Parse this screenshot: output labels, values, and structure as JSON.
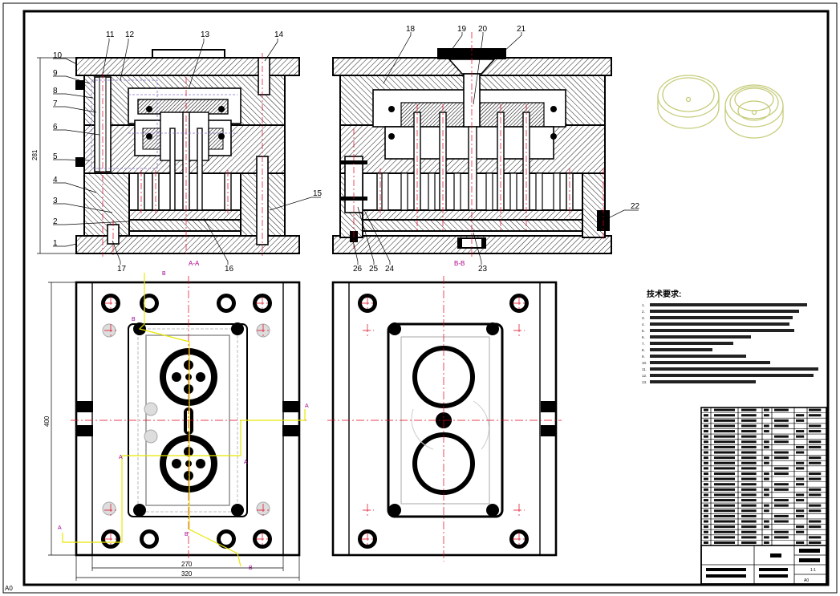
{
  "drawing": {
    "corner_mark": "A0",
    "section_a_label": "A-A",
    "section_b_label": "B-B",
    "dimensions": {
      "height_left": "281",
      "height_plan": "400",
      "width_inner": "270",
      "width_outer": "320"
    },
    "part_labels_left": [
      "10",
      "9",
      "8",
      "7",
      "6",
      "5",
      "4",
      "3",
      "2",
      "1",
      "11",
      "12",
      "13",
      "14",
      "15",
      "16",
      "17"
    ],
    "part_labels_right": [
      "18",
      "19",
      "20",
      "21",
      "22",
      "23",
      "24",
      "25",
      "26"
    ],
    "cut_marks": [
      "B",
      "B",
      "A",
      "A",
      "A",
      "A",
      "B",
      "B"
    ],
    "technical_requirements": {
      "title": "技术要求:",
      "lines": [
        "1.",
        "2.",
        "3.",
        "4.",
        "5.",
        "6.",
        "7.",
        "8.",
        "9.",
        "10.",
        "11.",
        "12.",
        "13."
      ]
    },
    "title_block": {
      "scale_text": "1:1",
      "sheet_text": "A0"
    }
  },
  "colors": {
    "outline": "#000000",
    "centerline": "#e0001a",
    "section_letters": "#a0008a",
    "cut_line": "#e8e800",
    "part_3d": "#c6cc7a",
    "dim_line": "#000000",
    "hidden_line": "#8a70d0"
  }
}
